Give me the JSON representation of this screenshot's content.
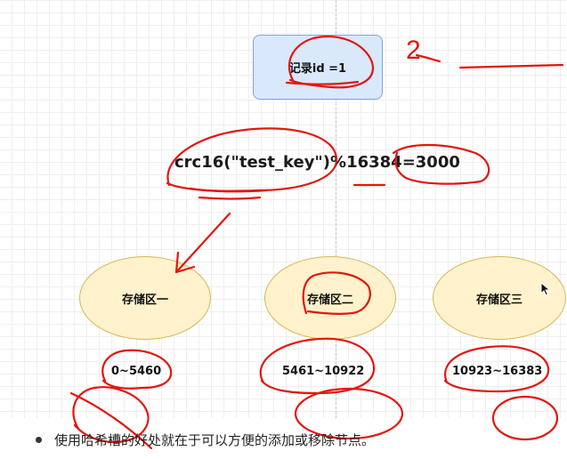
{
  "diagram": {
    "record_label": "记录id =1",
    "formula": "crc16(\"test_key\")%16384=3000",
    "zones": [
      {
        "label": "存储区一",
        "range": "0~5460"
      },
      {
        "label": "存储区二",
        "range": "5461~10922"
      },
      {
        "label": "存储区三",
        "range": "10923~16383"
      }
    ]
  },
  "annotations": {
    "handwritten_number": "2",
    "ink_color": "#e3160f"
  },
  "note": {
    "text": "使用哈希槽的好处就在于可以方便的添加或移除节点。"
  },
  "colors": {
    "record_fill": "#dae8fc",
    "record_border": "#7ea6e0",
    "zone_fill": "#fff2cc",
    "zone_border": "#d6b656"
  }
}
